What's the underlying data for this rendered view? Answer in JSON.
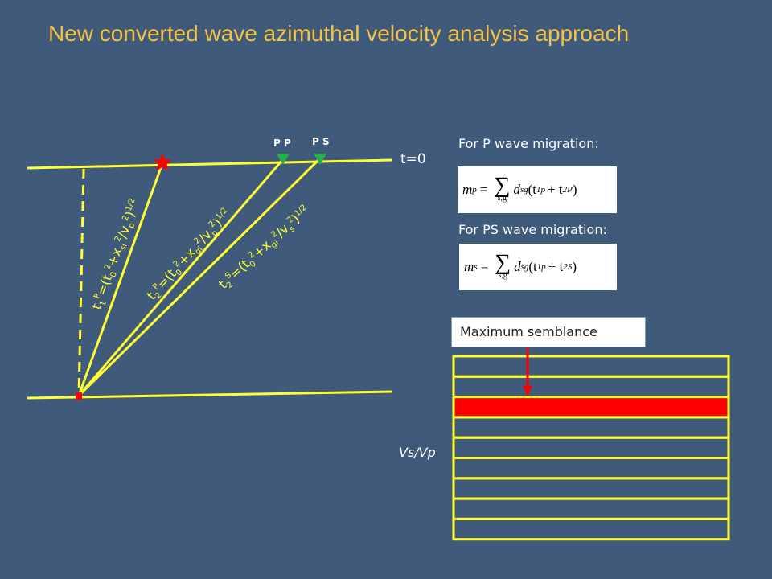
{
  "title": "New converted wave azimuthal velocity analysis approach",
  "receivers": {
    "pp": "P P",
    "ps": "P S"
  },
  "surface_label": "t=0",
  "rays": {
    "t1": {
      "base": "t",
      "sub": "1",
      "sup": "P",
      "eq": "=(t",
      "eq_sub": "0",
      "eq2": "2",
      "eq3": "+x",
      "eq3_sub": "si",
      "eq4": "2",
      "eq5": "/v",
      "eq5_sub": "p",
      "eq6": "2",
      "eq7": ")",
      "eq8": "1/2"
    },
    "t2p": {
      "base": "t",
      "sub": "2",
      "sup": "P",
      "eq": "=(t",
      "eq_sub": "0",
      "eq2": "2",
      "eq3": "+x",
      "eq3_sub": "gi",
      "eq4": "2",
      "eq5": "/v",
      "eq5_sub": "p",
      "eq6": "2",
      "eq7": ")",
      "eq8": "1/2"
    },
    "t2s": {
      "base": "t",
      "sub": "2",
      "sup": "S",
      "eq": "=(t",
      "eq_sub": "0",
      "eq2": "2",
      "eq3": "+x",
      "eq3_sub": "gi",
      "eq4": "2",
      "eq5": "/v",
      "eq5_sub": "s",
      "eq6": "2",
      "eq7": ")",
      "eq8": "1/2"
    }
  },
  "p_migration": {
    "heading": "For P wave migration:",
    "lhs": "m",
    "lhs_sub": "p",
    "eq": "=",
    "sum_lim": "s,g",
    "d": "d",
    "d_sub": "sg",
    "open": "(t",
    "t1_sub": "1",
    "t1_sup": "p",
    "plus": "+ t",
    "t2_sub": "2",
    "t2_sup": "P",
    "close": ")"
  },
  "ps_migration": {
    "heading": "For PS wave migration:",
    "lhs": "m",
    "lhs_sub": "s",
    "eq": "=",
    "sum_lim": "s,g",
    "d": "d",
    "d_sub": "sg",
    "open": "(t",
    "t1_sub": "1",
    "t1_sup": "p",
    "plus": "+ t",
    "t2_sub": "2",
    "t2_sup": "S",
    "close": ")"
  },
  "semblance": {
    "label": "Maximum semblance",
    "axis_label": "Vs/Vp",
    "rows": 9,
    "highlight_row": 2
  },
  "colors": {
    "background": "#3f5a7a",
    "title": "#f5c242",
    "lines": "#ffff33",
    "source": "#ff0000",
    "receiver": "#22b14c",
    "highlight": "#ff0000"
  }
}
